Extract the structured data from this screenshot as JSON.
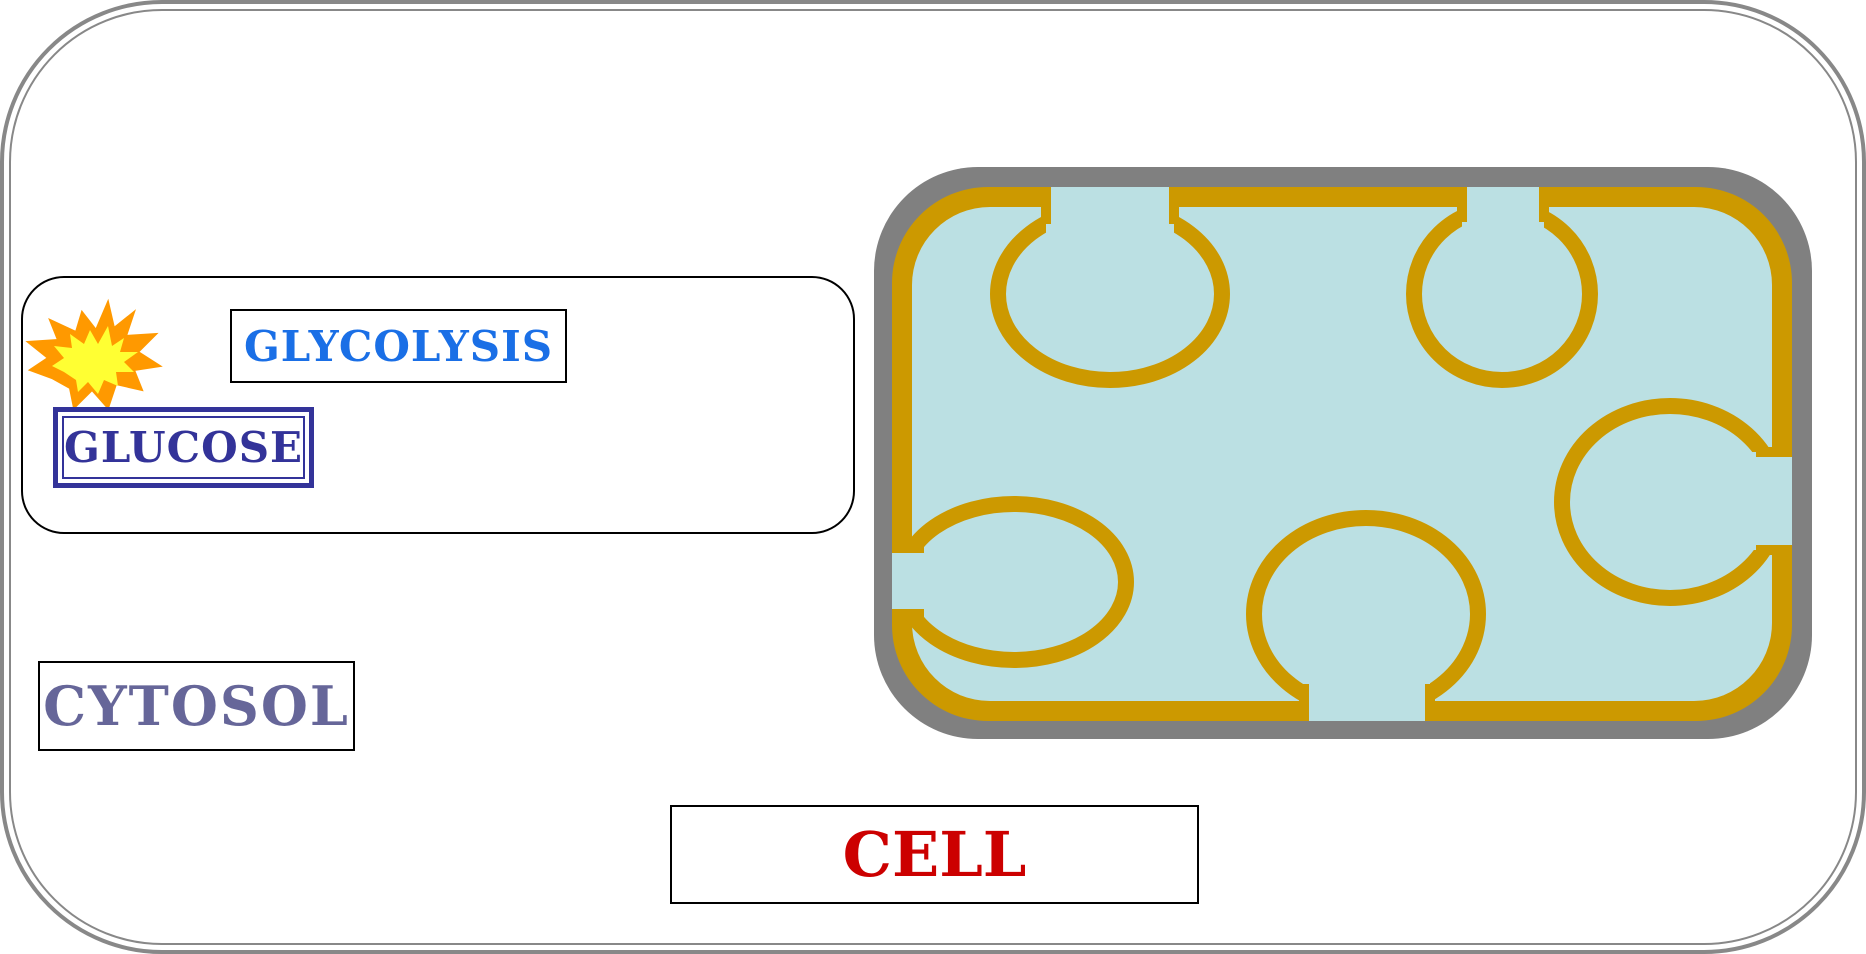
{
  "diagram": {
    "labels": {
      "glycolysis": "GLYCOLYSIS",
      "glucose": "GLUCOSE",
      "cytosol": "CYTOSOL",
      "cell": "CELL"
    },
    "colors": {
      "glycolysis_text": "#1a6fe6",
      "glucose_text": "#333399",
      "cytosol_text": "#666699",
      "cell_text": "#cc0000",
      "mitochondrion_outer": "#808080",
      "mitochondrion_membrane": "#cc9900",
      "mitochondrion_matrix": "#bbe0e3",
      "burst_outer": "#ff9900",
      "burst_inner": "#ffff33"
    },
    "icons": {
      "burst": "explosion-burst-icon",
      "mitochondrion": "mitochondrion-icon"
    }
  }
}
